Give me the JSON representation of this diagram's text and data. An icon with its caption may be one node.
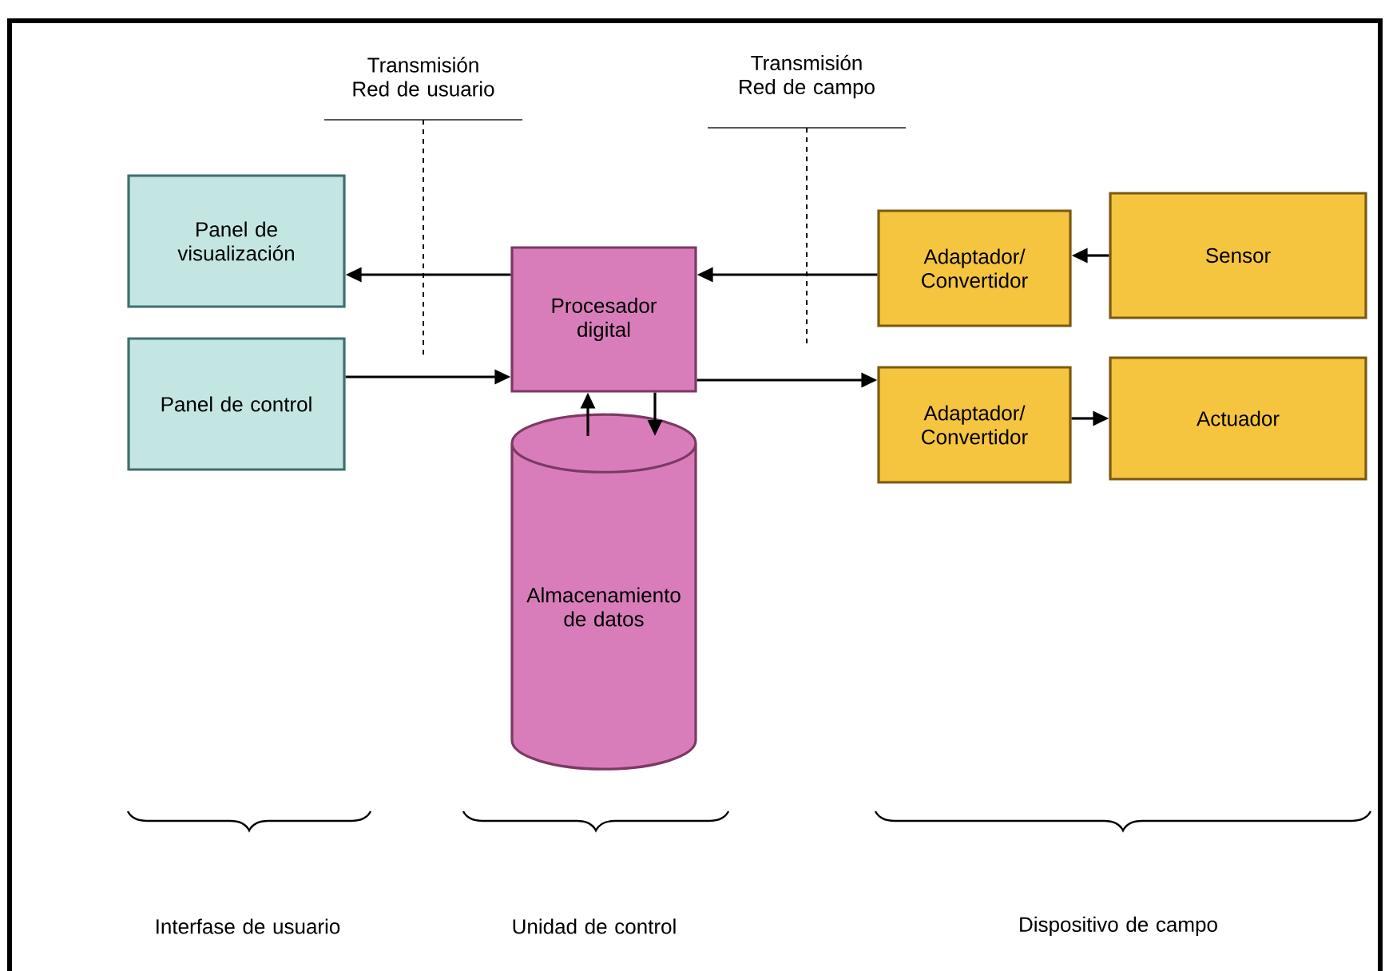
{
  "diagram": {
    "nodes": [
      {
        "text": [
          "Panel de visualización"
        ]
      },
      {
        "text": [
          "Panel de control"
        ]
      },
      {
        "text": [
          "Procesador digital"
        ]
      },
      {
        "text": [
          "Adaptador/ Convertidor"
        ]
      },
      {
        "text": [
          "Sensor"
        ]
      },
      {
        "text": [
          "Adaptador/ Convertidor"
        ]
      },
      {
        "text": [
          "Actuador"
        ]
      },
      {
        "text": [
          "Almacenamiento de datos"
        ]
      }
    ],
    "edges": [
      {
        "from": 2,
        "to": 0,
        "arrow": "to"
      },
      {
        "from": 1,
        "to": 2,
        "arrow": "to"
      },
      {
        "from": 3,
        "to": 2,
        "arrow": "to"
      },
      {
        "from": 2,
        "to": 5,
        "arrow": "to"
      },
      {
        "from": 4,
        "to": 3,
        "arrow": "to"
      },
      {
        "from": 5,
        "to": 6,
        "arrow": "to"
      },
      {
        "from": 7,
        "to": 2,
        "arrow": "to"
      },
      {
        "from": 2,
        "to": 7,
        "arrow": "to"
      }
    ],
    "labels": [
      "Transmisión Red de usuario",
      "Transmisión Red de campo",
      "Interfase de usuario",
      "Unidad de control",
      "Dispositivo de campo"
    ]
  }
}
